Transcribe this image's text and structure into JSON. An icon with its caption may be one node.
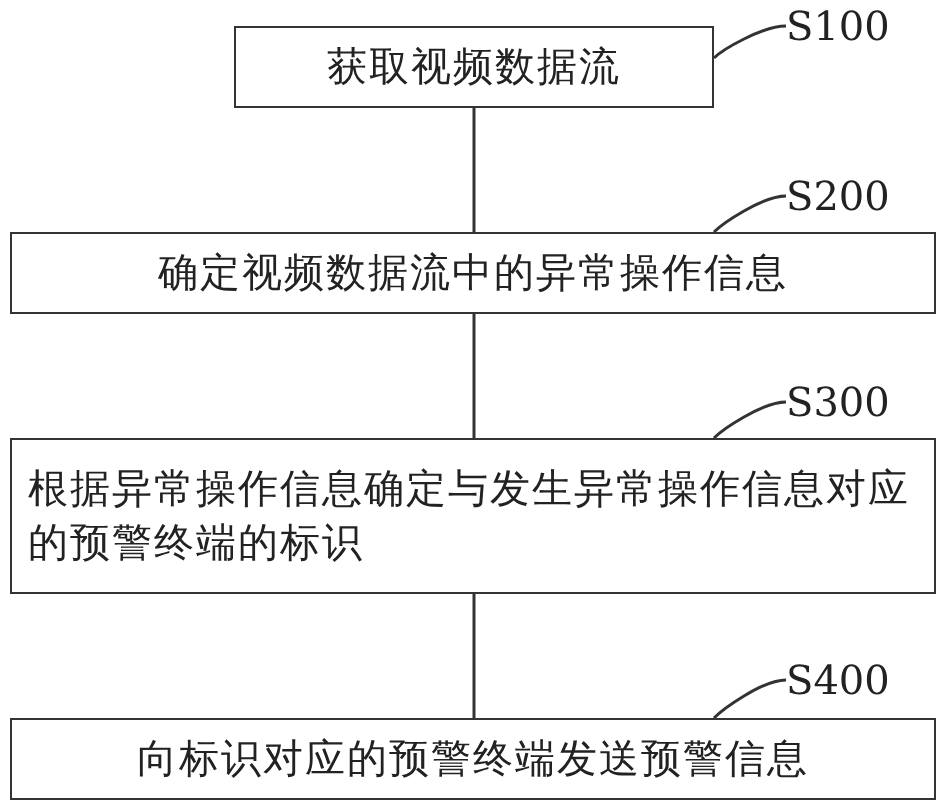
{
  "diagram": {
    "nodes": [
      {
        "text": [
          "获取视频数据流"
        ]
      },
      {
        "text": [
          "确定视频数据流中的异常操作信息"
        ]
      },
      {
        "text": [
          "根据异常操作信息确定与发生异常操作信息对应的预警终端的标识"
        ]
      },
      {
        "text": [
          "向标识对应的预警终端发送预警信息"
        ]
      },
      {
        "text": [
          "S100"
        ]
      },
      {
        "text": [
          "S200"
        ]
      },
      {
        "text": [
          "S300"
        ]
      },
      {
        "text": [
          "S400"
        ]
      }
    ],
    "edges": [
      {
        "from": 0,
        "to": 1,
        "arrow": "none"
      },
      {
        "from": 1,
        "to": 2,
        "arrow": "none"
      },
      {
        "from": 2,
        "to": 3,
        "arrow": "none"
      },
      {
        "from": 4,
        "to": 0,
        "arrow": "none"
      },
      {
        "from": 5,
        "to": 1,
        "arrow": "none"
      },
      {
        "from": 6,
        "to": 2,
        "arrow": "none"
      },
      {
        "from": 7,
        "to": 3,
        "arrow": "none"
      }
    ]
  }
}
